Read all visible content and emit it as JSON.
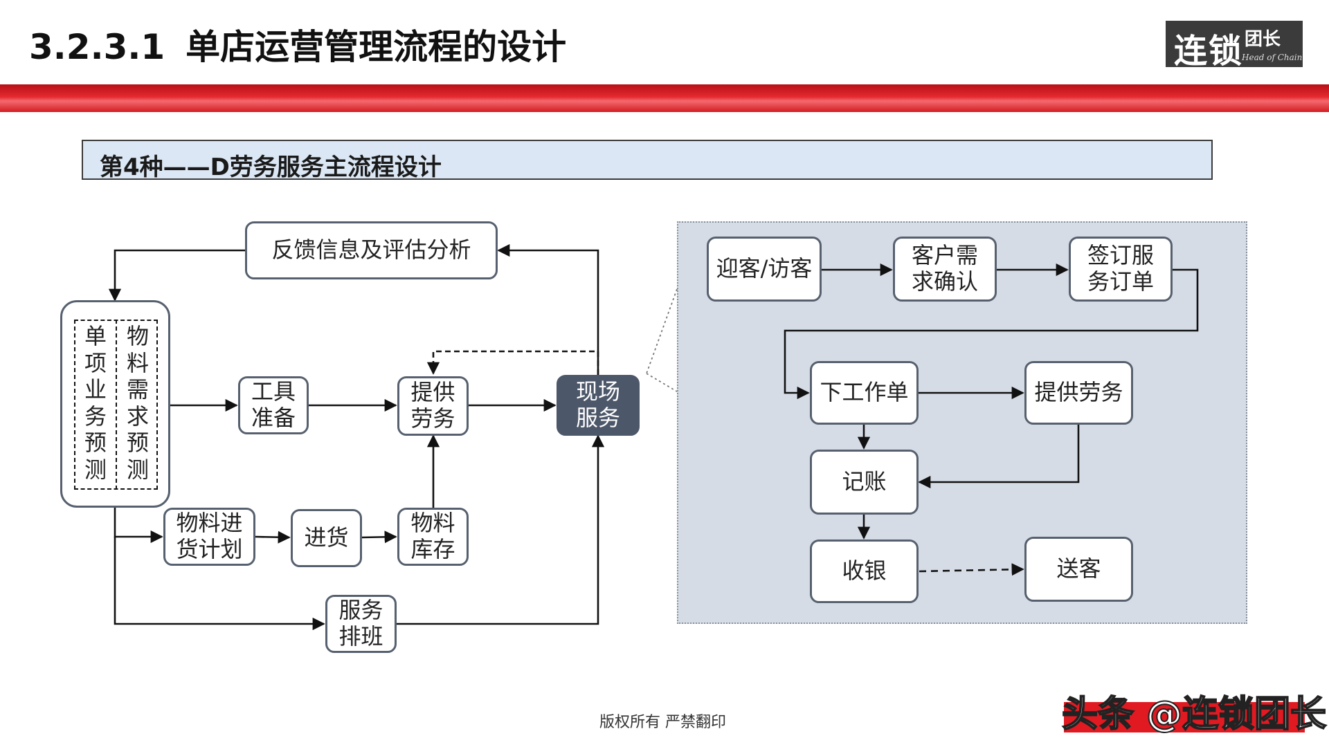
{
  "header": {
    "section_number": "3.2.3.1",
    "title": "单店运营管理流程的设计"
  },
  "logo": {
    "main": "连锁",
    "side": "团长",
    "english": "Head of Chain"
  },
  "subheading": "第4种——D劳务服务主流程设计",
  "left_flow": {
    "feedback": "反馈信息及评估分析",
    "forecast_col1": [
      "单",
      "项",
      "业",
      "务",
      "预",
      "测"
    ],
    "forecast_col2": [
      "物",
      "料",
      "需",
      "求",
      "预",
      "测"
    ],
    "tools_prep": [
      "工具",
      "准备"
    ],
    "provide_labor": [
      "提供",
      "劳务"
    ],
    "onsite_service": [
      "现场",
      "服务"
    ],
    "material_plan": [
      "物料进",
      "货计划"
    ],
    "purchase": "进货",
    "material_stock": [
      "物料",
      "库存"
    ],
    "service_schedule": [
      "服务",
      "排班"
    ]
  },
  "right_flow": {
    "greet": "迎客/访客",
    "needs": [
      "客户需",
      "求确认"
    ],
    "contract": [
      "签订服",
      "务订单"
    ],
    "work_order": "下工作单",
    "provide_labor": "提供劳务",
    "bookkeeping": "记账",
    "cashier": "收银",
    "farewell": "送客"
  },
  "footer": "版权所有  严禁翻印",
  "watermark": "头条 @连锁团长",
  "colors": {
    "red_bar": "#d31c22",
    "dark_box": "#4c5769",
    "subhead_bg": "#dbe7f4",
    "detail_bg": "#d6dce6"
  }
}
